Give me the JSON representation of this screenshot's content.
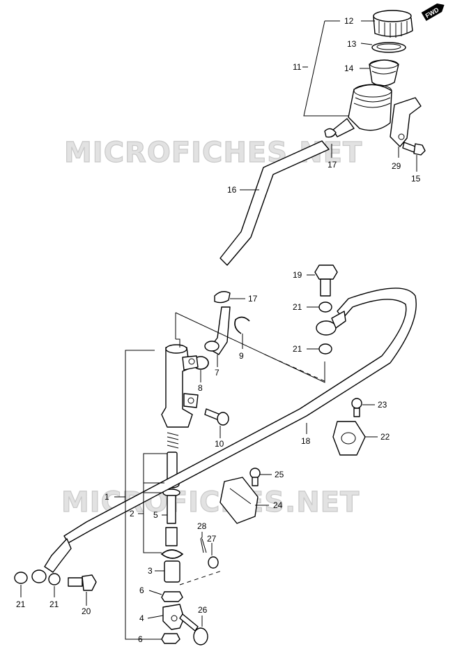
{
  "watermarks": [
    "MICROFICHES.NET",
    "MICROFICHES.NET"
  ],
  "fwd_badge": "FWD",
  "callouts": {
    "c12": "12",
    "c13": "13",
    "c11": "11",
    "c14": "14",
    "c17a": "17",
    "c29": "29",
    "c15": "15",
    "c16": "16",
    "c17b": "17",
    "c19": "19",
    "c21a": "21",
    "c21b": "21",
    "c9": "9",
    "c7": "7",
    "c8": "8",
    "c10": "10",
    "c23": "23",
    "c22": "22",
    "c18": "18",
    "c25": "25",
    "c24": "24",
    "c1": "1",
    "c2": "2",
    "c5": "5",
    "c28": "28",
    "c27": "27",
    "c3": "3",
    "c6a": "6",
    "c4": "4",
    "c26": "26",
    "c6b": "6",
    "c21c": "21",
    "c21d": "21",
    "c20": "20"
  }
}
